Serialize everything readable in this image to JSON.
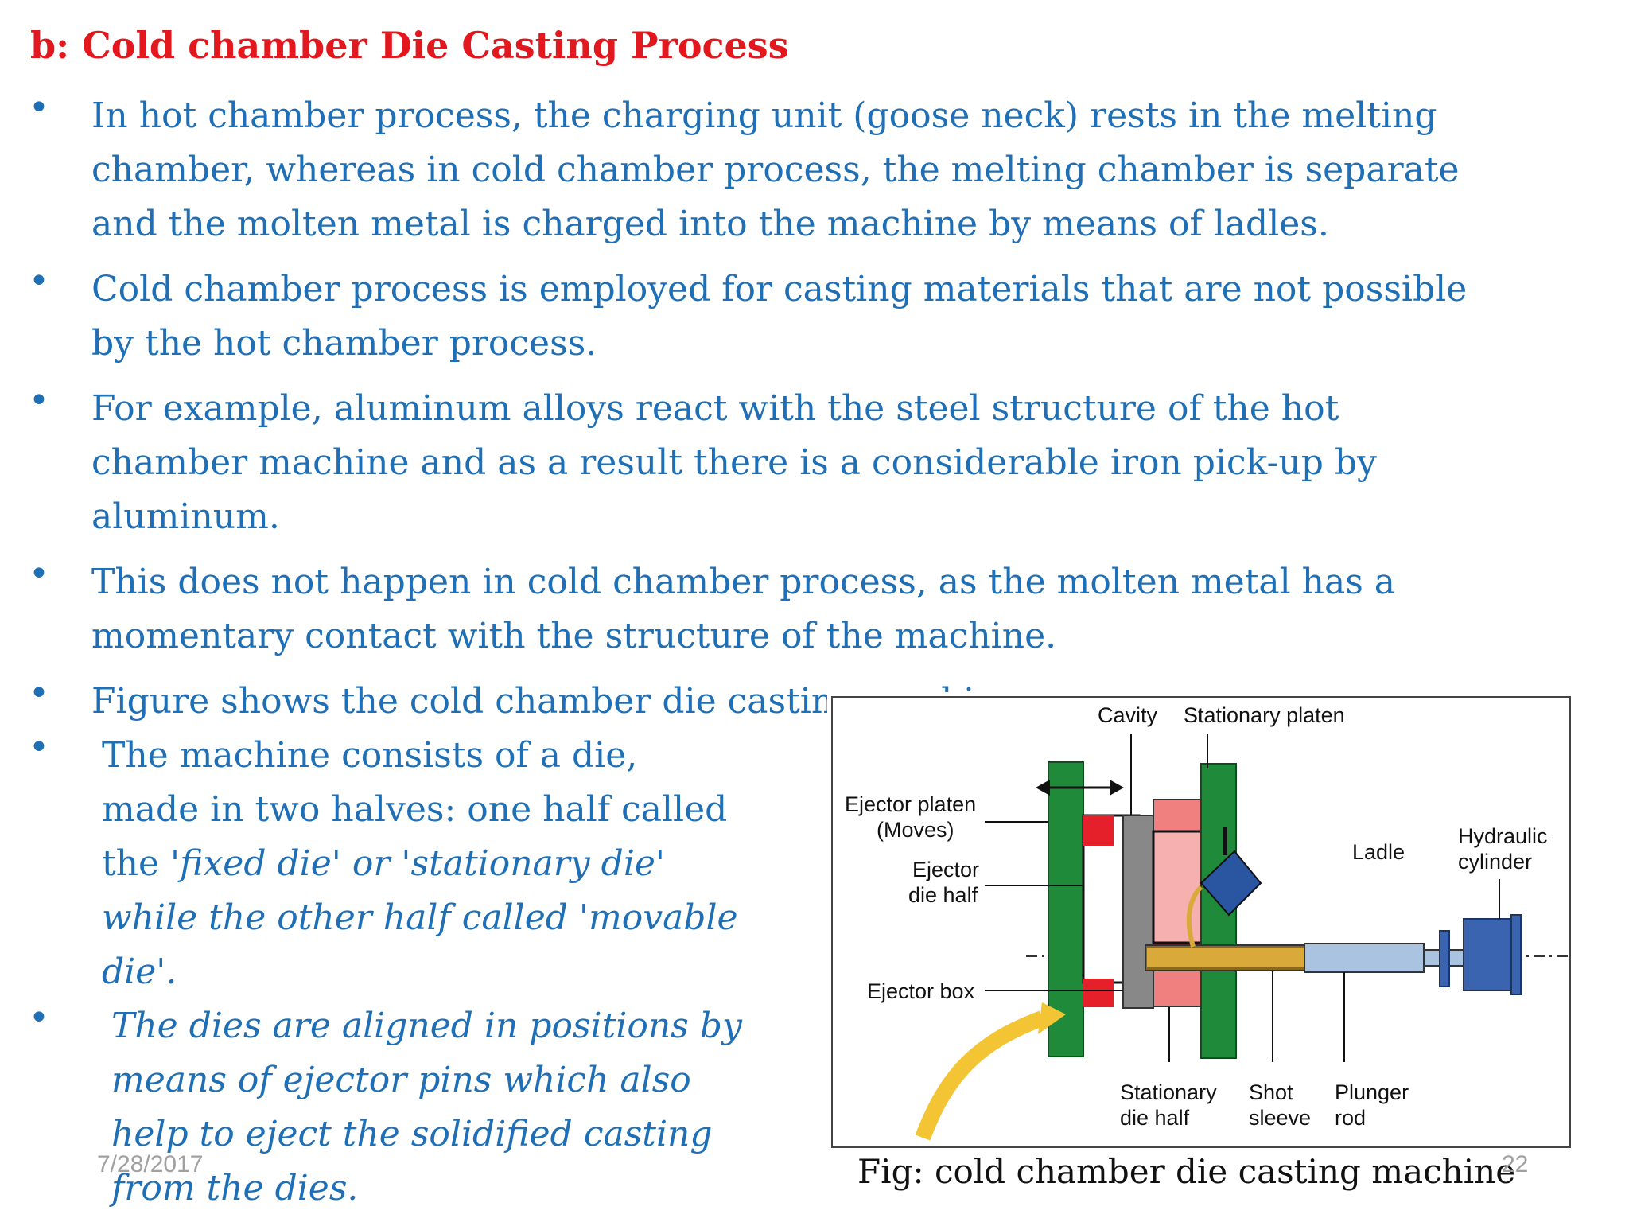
{
  "slide": {
    "title": "b: Cold chamber Die Casting Process",
    "bullet_glyph": "•",
    "bullets": [
      {
        "lines": [
          "In hot chamber process, the charging unit (goose neck) rests in the melting",
          "chamber, whereas in cold chamber process, the melting chamber is separate",
          "and the molten metal is charged into the machine by means of ladles."
        ]
      },
      {
        "lines": [
          "Cold chamber process is employed for casting materials that are not possible",
          "by the hot chamber process."
        ]
      },
      {
        "lines": [
          "For example, aluminum alloys react with the steel structure of the hot",
          "chamber machine and as a result there is a considerable iron pick-up by",
          "aluminum."
        ]
      },
      {
        "lines": [
          "This does not happen in cold chamber process, as the molten metal has a",
          "momentary contact with the structure of the machine."
        ]
      },
      {
        "lines": [
          "Figure shows the cold chamber die casting machine."
        ]
      },
      {
        "l1": "The machine consists of a die,",
        "l2": "made in two halves: one half called",
        "l3a": "the ",
        "l3b": "'fixed die' or 'stationary die'",
        "l4": "while the other half called 'movable",
        "l5": "die'."
      },
      {
        "lines": [
          "The dies are aligned in positions by",
          "means of ejector pins which also",
          "help to eject the solidified casting",
          "from the dies."
        ]
      }
    ],
    "footer_date": "7/28/2017",
    "page_number": "22"
  },
  "figure": {
    "caption": "Fig: cold chamber die casting machine",
    "labels": {
      "cavity": "Cavity",
      "stationary_platen": "Stationary platen",
      "ejector_platen_1": "Ejector platen",
      "ejector_platen_2": "(Moves)",
      "ejector_die_half_1": "Ejector",
      "ejector_die_half_2": "die half",
      "ejector_box": "Ejector box",
      "ladle": "Ladle",
      "hydraulic_cylinder_1": "Hydraulic",
      "hydraulic_cylinder_2": "cylinder",
      "stationary_die_half_1": "Stationary",
      "stationary_die_half_2": "die half",
      "shot_sleeve_1": "Shot",
      "shot_sleeve_2": "sleeve",
      "plunger_rod_1": "Plunger",
      "plunger_rod_2": "rod"
    },
    "colors": {
      "platen_green": "#1f8a3a",
      "die_pink": "#f08080",
      "die_red": "#e5202a",
      "ladle_blue": "#2a55a0",
      "metal_gold": "#d9a93a",
      "cylinder_blue": "#3a64b0",
      "arrow_yellow": "#f3c534"
    }
  }
}
